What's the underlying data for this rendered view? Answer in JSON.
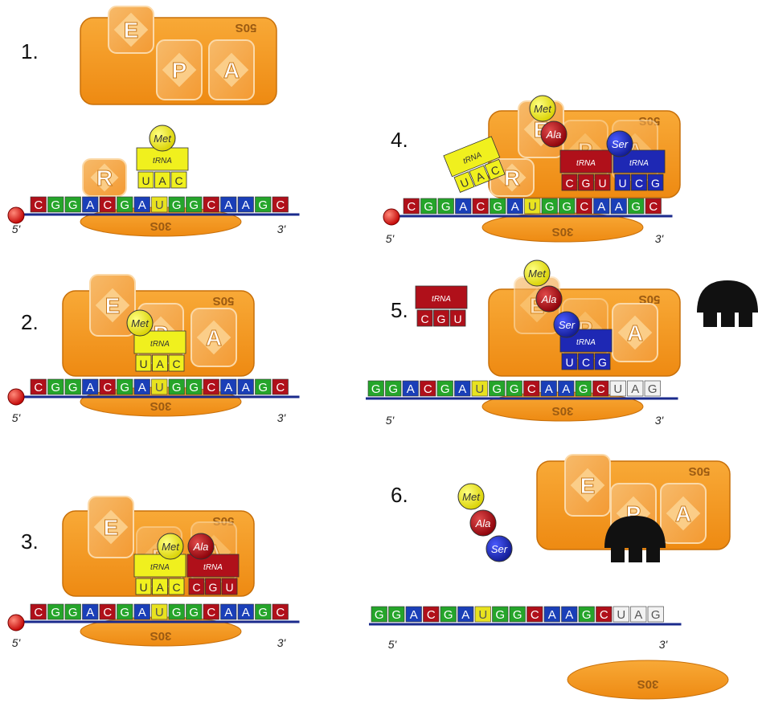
{
  "steps": [
    {
      "label": "1."
    },
    {
      "label": "2."
    },
    {
      "label": "3."
    },
    {
      "label": "4."
    },
    {
      "label": "5."
    },
    {
      "label": "6."
    }
  ],
  "labels": {
    "five_prime": "5'",
    "three_prime": "3'",
    "large_subunit": "50S",
    "small_subunit": "30S",
    "site_e": "E",
    "site_p": "P",
    "site_a": "A",
    "release": "R",
    "trna": "tRNA"
  },
  "amino_acids": {
    "met": "Met",
    "ala": "Ala",
    "ser": "Ser"
  },
  "mrna_full": [
    "C",
    "G",
    "G",
    "A",
    "C",
    "G",
    "A",
    "U",
    "G",
    "G",
    "C",
    "A",
    "A",
    "G",
    "C"
  ],
  "mrna_late": [
    "G",
    "G",
    "A",
    "C",
    "G",
    "A",
    "U",
    "G",
    "G",
    "C",
    "A",
    "A",
    "G",
    "C",
    "U",
    "A",
    "G"
  ],
  "anticodons": {
    "met": [
      "U",
      "A",
      "C"
    ],
    "ala": [
      "C",
      "G",
      "U"
    ],
    "ser": [
      "U",
      "C",
      "G"
    ]
  },
  "colors": {
    "A": "#1a3fb8",
    "C": "#b0101a",
    "G": "#25a52a",
    "U": "#e8e21f",
    "stop": "#f2f2f2",
    "ribosome": "#f59a1f",
    "ribosome_light": "#f7b15a",
    "met": "#f0f01e",
    "ala": "#b0101a",
    "ser": "#1e28b4",
    "backbone": "#1a2a8c",
    "cap": "#e01010",
    "release_factor": "#111111"
  }
}
